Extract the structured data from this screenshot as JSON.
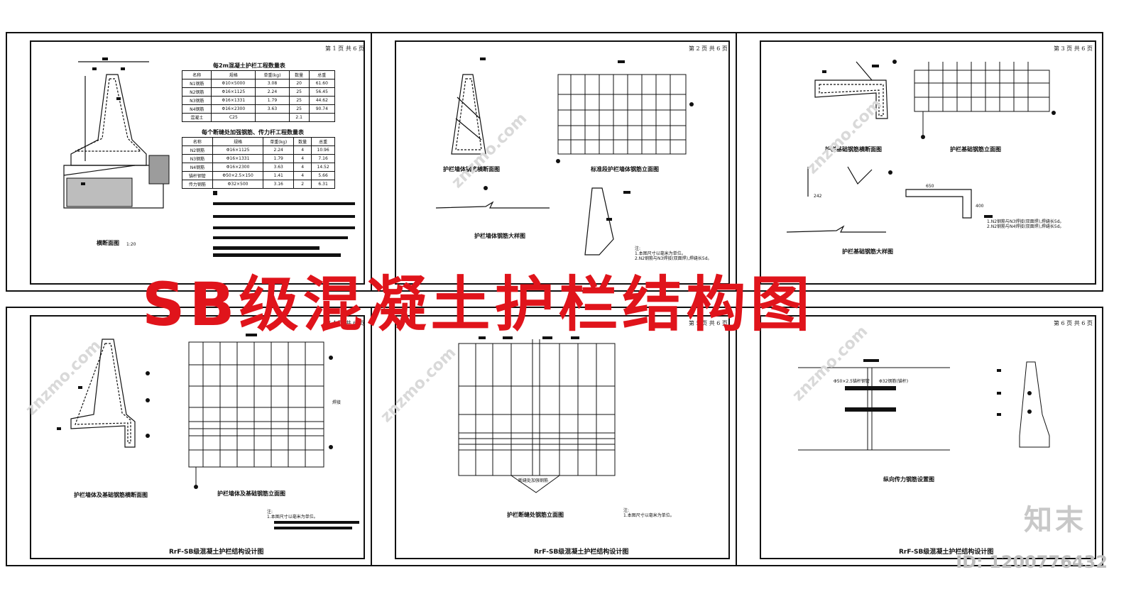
{
  "title": "SB级混凝土护栏结构图",
  "watermark": "znzmo.com",
  "brand": "知末",
  "image_id": "ID: 1200776432",
  "footer": "RrF-SB级混凝土护栏结构设计图",
  "sheets": [
    {
      "page": "第 1 页  共 6 页",
      "caption1": "横断面图",
      "scale1": "1:20"
    },
    {
      "page": "第 2 页  共 6 页",
      "caption1": "护栏墙体钢筋横断面图",
      "caption2": "标准段护栏墙体钢筋立面图",
      "caption3": "护栏墙体钢筋大样图"
    },
    {
      "page": "第 3 页  共 6 页",
      "caption1": "护栏基础钢筋横断面图",
      "caption2": "护栏基础钢筋立面图",
      "caption3": "护栏基础钢筋大样图"
    },
    {
      "page": "第 4 页  共 6 页",
      "caption1": "护栏墙体及基础钢筋横断面图",
      "caption2": "护栏墙体及基础钢筋立面图"
    },
    {
      "page": "第 5 页  共 6 页",
      "caption1": "护栏断缝处钢筋立面图"
    },
    {
      "page": "第 6 页  共 6 页",
      "caption1": "纵向传力钢筋设置图"
    }
  ],
  "table1": {
    "title": "每2m混凝土护栏工程数量表",
    "header": [
      "名称",
      "规格",
      "单重(kg)",
      "数量",
      "总重"
    ],
    "rows": [
      [
        "N1钢筋",
        "Φ10×5000",
        "3.08",
        "20",
        "61.60"
      ],
      [
        "N2钢筋",
        "Φ16×1125",
        "2.24",
        "25",
        "56.45"
      ],
      [
        "N3钢筋",
        "Φ16×1331",
        "1.79",
        "25",
        "44.62"
      ],
      [
        "N4钢筋",
        "Φ16×2300",
        "3.63",
        "25",
        "90.74"
      ],
      [
        "混凝土",
        "C25",
        "",
        "2.1",
        ""
      ]
    ]
  },
  "table2": {
    "title": "每个断缝处加强钢筋、传力杆工程数量表",
    "header": [
      "名称",
      "规格",
      "单重(kg)",
      "数量",
      "总重"
    ],
    "rows": [
      [
        "N2钢筋",
        "Φ16×1125",
        "2.24",
        "4",
        "10.96"
      ],
      [
        "N3钢筋",
        "Φ16×1331",
        "1.79",
        "4",
        "7.16"
      ],
      [
        "N4钢筋",
        "Φ16×2300",
        "3.63",
        "4",
        "14.52"
      ],
      [
        "锚杆钢管",
        "Φ50×2.5×150",
        "1.41",
        "4",
        "5.66"
      ],
      [
        "传力钢筋",
        "Φ32×500",
        "3.16",
        "2",
        "6.31"
      ]
    ]
  },
  "notes": {
    "n1_head": "注:",
    "n1_a": "1.本图尺寸以毫米为单位。",
    "n1_b": "2.N2钢筋与N3焊接(双面焊),焊缝长5d。",
    "n3_a": "1.N2钢筋与N3焊接(双面焊),焊缝长5d。",
    "n3_b": "2.N2钢筋与N4焊接(双面焊),焊缝长5d。",
    "n4_head": "注:",
    "n4_a": "1.本图尺寸以毫米为单位。",
    "n5_head": "注:",
    "n5_a": "1.本图尺寸以毫米为单位。"
  },
  "labels": {
    "rebar_joint": "断缝处加强钢筋",
    "anchor_pipe": "Φ50×2.5锚杆钢管",
    "dowel": "Φ32钢筋(锚杆)",
    "weld": "焊接",
    "dims_a": "242",
    "dims_b": "650",
    "dims_c": "400"
  }
}
